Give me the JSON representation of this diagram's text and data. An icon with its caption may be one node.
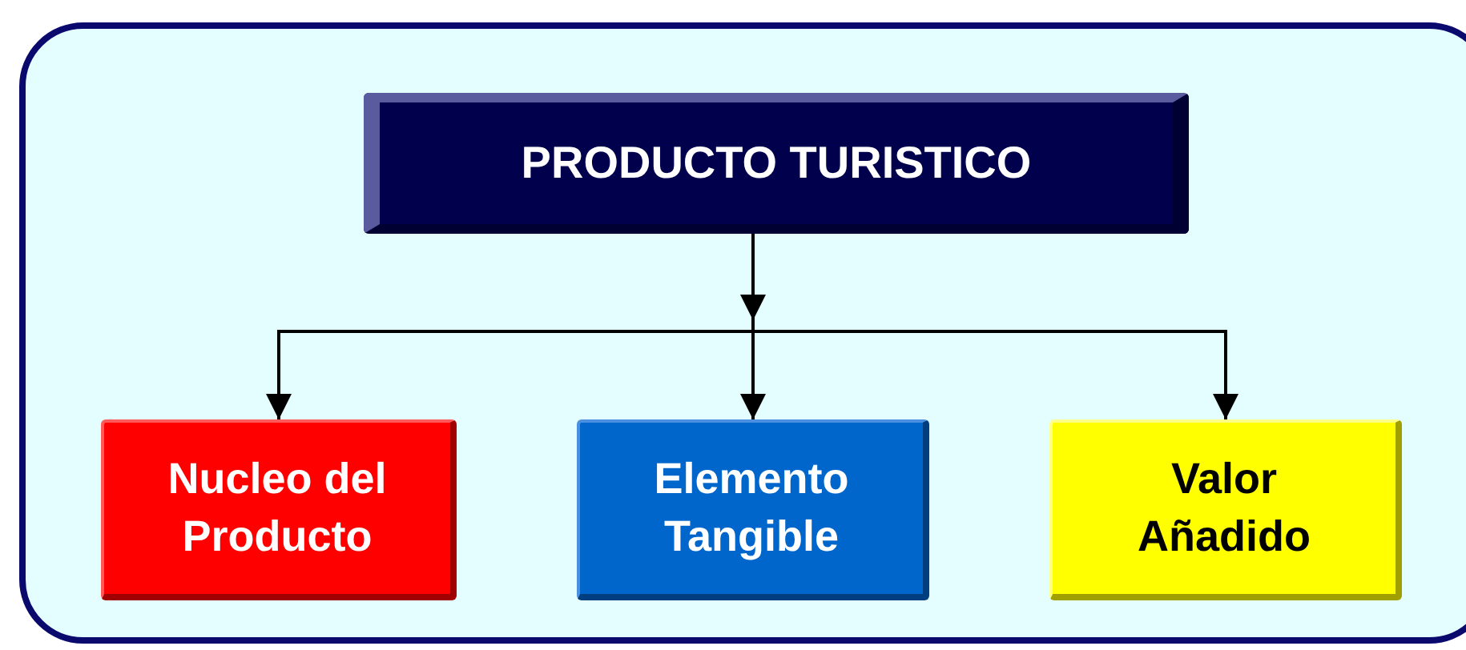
{
  "diagram": {
    "nodes": [
      {
        "text": [
          "PRODUCTO TURISTICO"
        ]
      },
      {
        "text": [
          "Nucleo del Producto"
        ]
      },
      {
        "text": [
          "Elemento Tangible"
        ]
      },
      {
        "text": [
          "Valor Añadido"
        ]
      }
    ],
    "edges": [
      {
        "from": 0,
        "to": 1,
        "arrow": "to"
      },
      {
        "from": 0,
        "to": 2,
        "arrow": "to"
      },
      {
        "from": 0,
        "to": 3,
        "arrow": "to"
      }
    ]
  }
}
